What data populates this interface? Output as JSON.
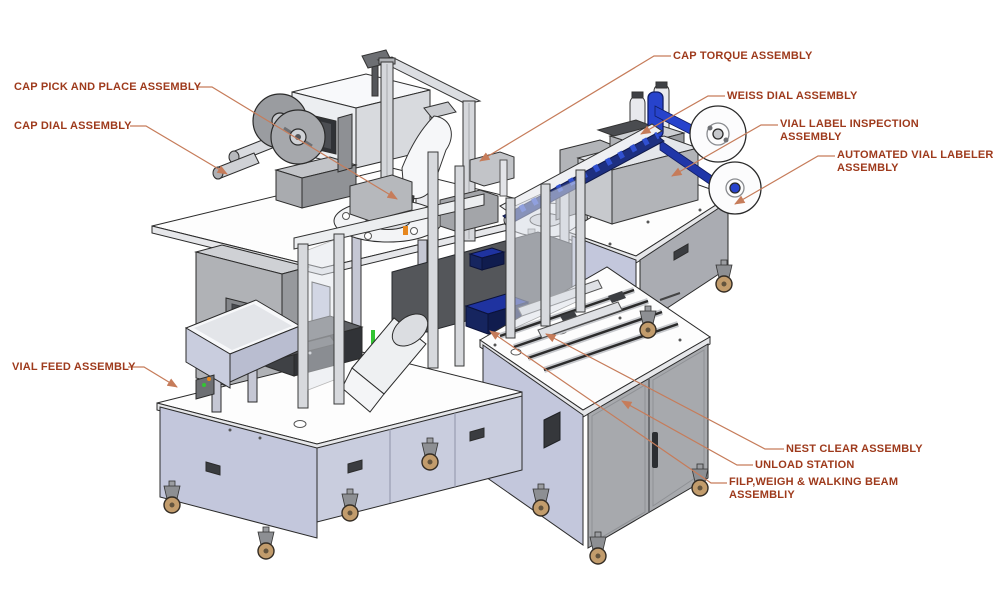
{
  "page": {
    "background": "#FFFFFF"
  },
  "annotations": {
    "text_color": "#9E3A1C",
    "leader_color": "#C67C5A",
    "labels": [
      {
        "id": "cap-pick-and-place-assembly",
        "text": "CAP PICK AND PLACE ASSEMBLY"
      },
      {
        "id": "cap-dial-assembly",
        "text": "CAP DIAL ASSEMBLY"
      },
      {
        "id": "cap-torque-assembly",
        "text": "CAP TORQUE ASSEMBLY"
      },
      {
        "id": "weiss-dial-assembly",
        "text": "WEISS DIAL ASSEMBLY"
      },
      {
        "id": "vial-label-inspection-assembly",
        "text": "VIAL LABEL INSPECTION\nASSEMBLY"
      },
      {
        "id": "automated-vial-labeler-assembly",
        "text": "AUTOMATED VIAL LABELER\nASSEMBLY"
      },
      {
        "id": "vial-feed-assembly",
        "text": "VIAL FEED ASSEMBLY"
      },
      {
        "id": "nest-clear-assembly",
        "text": "NEST CLEAR ASSEMBLY"
      },
      {
        "id": "unload-station",
        "text": "UNLOAD STATION"
      },
      {
        "id": "flip-weigh-walking-beam-assembly",
        "text": "FILP,WEIGH & WALKING BEAM\nASSEMBLIY"
      }
    ]
  },
  "machine": {
    "colors": {
      "table_top": "#FDFDFD",
      "panel_lavender": "#C3C7DC",
      "cabinet_gray": "#A7A9AD",
      "equipment_gray": "#B6B8BC",
      "accent_blue": "#2743CC",
      "conveyor_navy": "#1D2F80",
      "accent_green": "#33C433",
      "accent_orange": "#E6871F",
      "caster_wheel": "#C29C6C",
      "outline": "#2B2B2B"
    }
  }
}
